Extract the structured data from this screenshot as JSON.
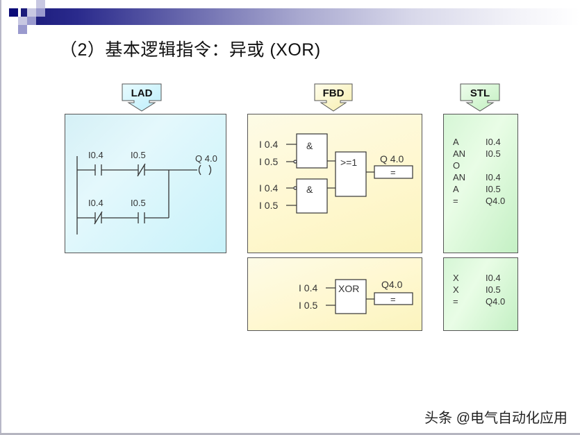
{
  "title": "（2）基本逻辑指令：异或 (XOR)",
  "colors": {
    "lad_panel": "#d5f3fa",
    "fbd_panel": "#fdf8d4",
    "stl_panel": "#d9f7d6",
    "header_bar": "#1a1a7a"
  },
  "sections": {
    "lad": {
      "label": "LAD"
    },
    "fbd": {
      "label": "FBD"
    },
    "stl": {
      "label": "STL"
    }
  },
  "lad": {
    "rung1": {
      "contact1": "I0.4",
      "contact2": "I0.5",
      "coil": "Q 4.0",
      "coil_symbol": "( )"
    },
    "rung2": {
      "contact1": "I0.4",
      "contact2": "I0.5"
    }
  },
  "fbd": {
    "and1": {
      "symbol": "&",
      "in1": "I 0.4",
      "in2": "I 0.5"
    },
    "and2": {
      "symbol": "&",
      "in1": "I 0.4",
      "in2": "I 0.5"
    },
    "or": {
      "symbol": ">=1"
    },
    "output": {
      "label": "Q 4.0",
      "symbol": "="
    },
    "xor": {
      "symbol": "XOR",
      "in1": "I 0.4",
      "in2": "I 0.5",
      "output_label": "Q4.0",
      "output_symbol": "="
    }
  },
  "stl": {
    "block1": [
      {
        "op": "A",
        "operand": "I0.4"
      },
      {
        "op": "AN",
        "operand": "I0.5"
      },
      {
        "op": "O",
        "operand": ""
      },
      {
        "op": "AN",
        "operand": "I0.4"
      },
      {
        "op": "A",
        "operand": "I0.5"
      },
      {
        "op": "=",
        "operand": "Q4.0"
      }
    ],
    "block2": [
      {
        "op": "X",
        "operand": "I0.4"
      },
      {
        "op": "X",
        "operand": "I0.5"
      },
      {
        "op": "=",
        "operand": "Q4.0"
      }
    ]
  },
  "watermark": "头条 @电气自动化应用"
}
